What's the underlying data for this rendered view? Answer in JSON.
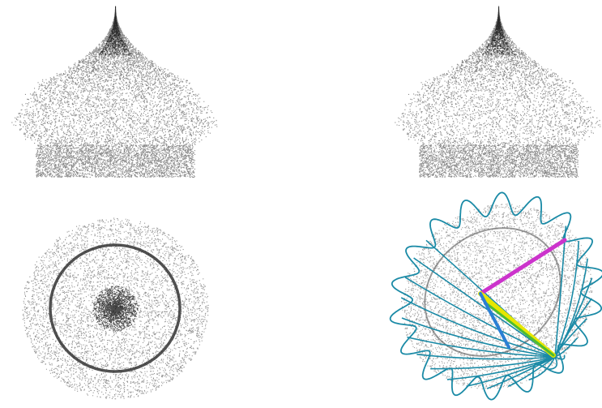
{
  "figure": {
    "panels": [
      {
        "id": "dome-side-view-left",
        "kind": "point-cloud dome, side view"
      },
      {
        "id": "dome-side-view-right",
        "kind": "point-cloud dome, side view"
      },
      {
        "id": "dome-top-view",
        "kind": "point-cloud disc with inner ring, top view"
      },
      {
        "id": "dome-oblique-view-with-curves",
        "kind": "point-cloud disc with overlaid wavy curves and colored axes"
      }
    ],
    "colors": {
      "points": "#2b2b2b",
      "curves": "#1a8aa6",
      "axis_magenta": "#cc33cc",
      "axis_yellow": "#e6e600",
      "axis_green": "#4dbb33",
      "axis_blue": "#2a7fd4"
    }
  }
}
